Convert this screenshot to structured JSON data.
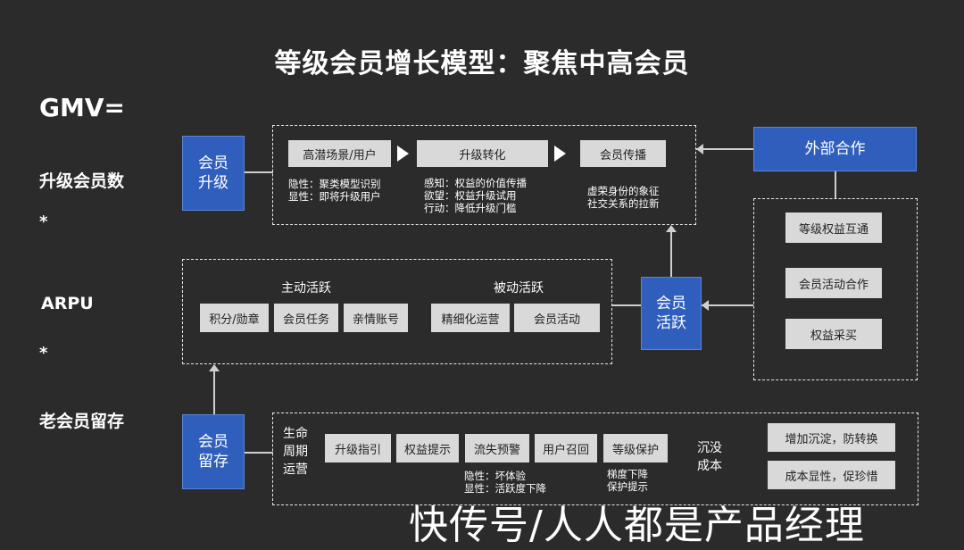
{
  "title": "等级会员增长模型：聚焦中高会员",
  "formula": {
    "lhs": "GMV=",
    "term1": "升级会员数",
    "op1": "*",
    "term2": "ARPU",
    "op2": "*",
    "term3": "老会员留存"
  },
  "upgrade": {
    "node": "会员\n升级",
    "step1": "高潜场景/用户",
    "step2": "升级转化",
    "step3": "会员传播",
    "note1": [
      "隐性：聚类模型识别",
      "显性：即将升级用户"
    ],
    "note2": [
      "感知：权益的价值传播",
      "欲望：权益升级试用",
      "行动：降低升级门槛"
    ],
    "note3": [
      "虚荣身份的象征",
      "社交关系的拉新"
    ]
  },
  "external": {
    "node": "外部合作",
    "items": [
      "等级权益互通",
      "会员活动合作",
      "权益采买"
    ]
  },
  "active": {
    "node": "会员\n活跃",
    "active_label": "主动活跃",
    "passive_label": "被动活跃",
    "active_items": [
      "积分/勋章",
      "会员任务",
      "亲情账号"
    ],
    "passive_items": [
      "精细化运营",
      "会员活动"
    ]
  },
  "retain": {
    "node": "会员\n留存",
    "lifecycle": "生命\n周期\n运营",
    "items": [
      "升级指引",
      "权益提示",
      "流失预警",
      "用户召回",
      "等级保护"
    ],
    "note_a": [
      "隐性：坏体验",
      "显性：活跃度下降"
    ],
    "note_b": [
      "梯度下降",
      "保护提示"
    ],
    "sunk_label": "沉没\n成本",
    "sunk_items": [
      "增加沉淀，防转换",
      "成本显性，促珍惜"
    ]
  },
  "watermark": "快传号/人人都是产品经理"
}
